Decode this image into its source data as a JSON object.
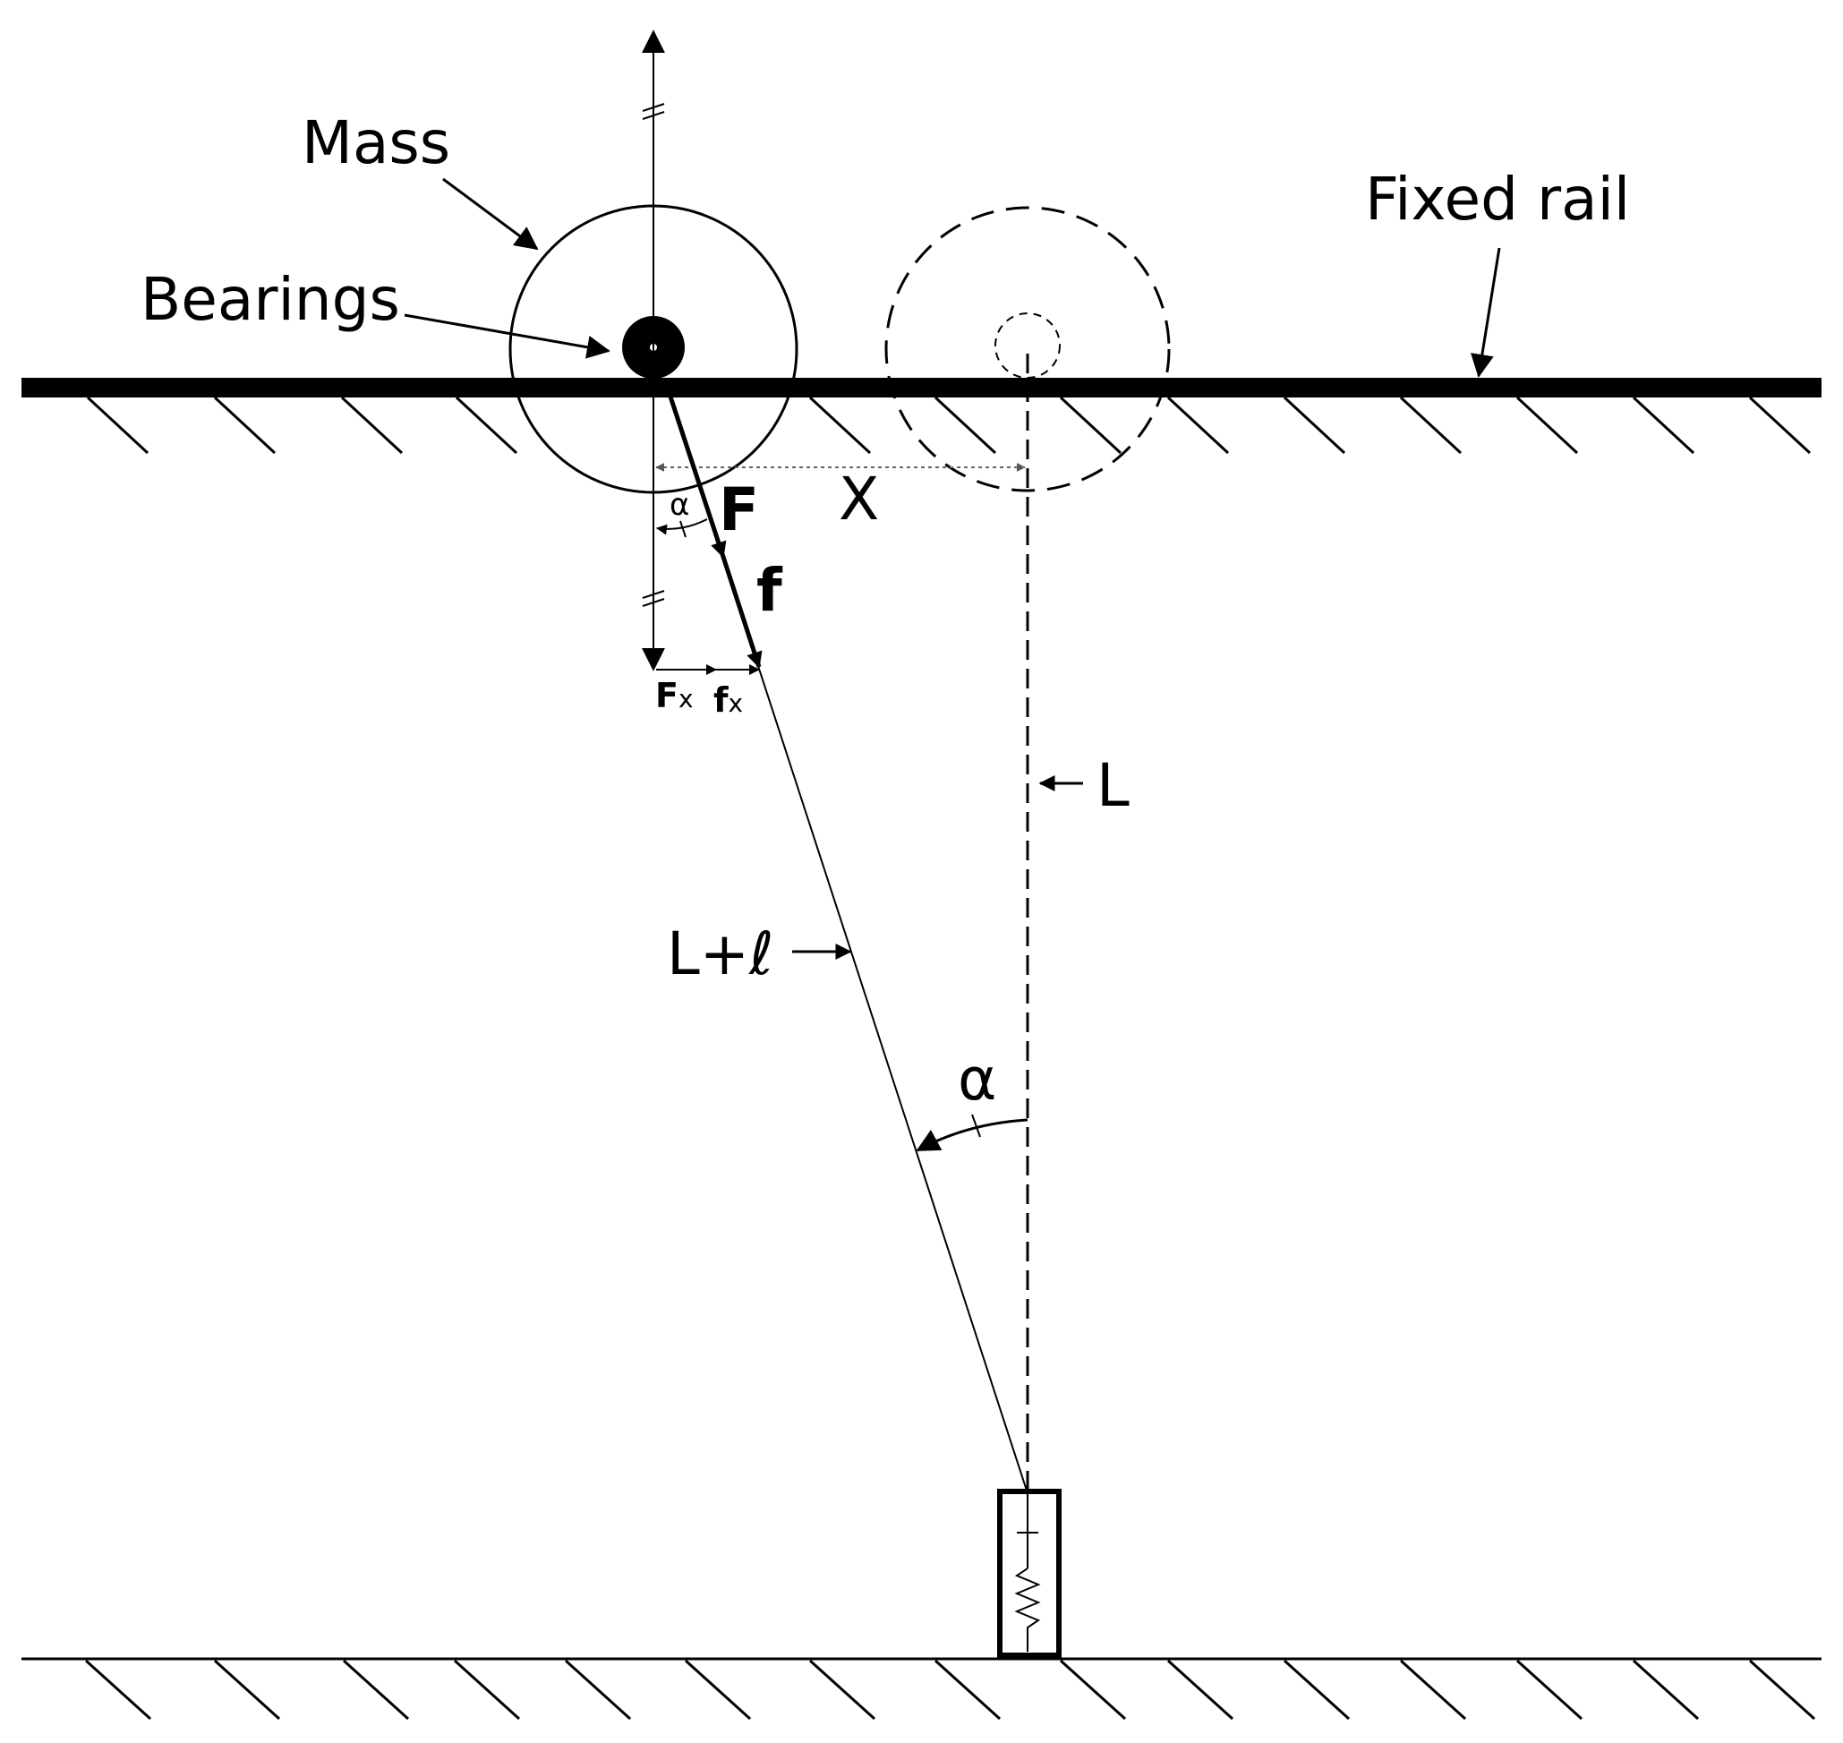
{
  "labels": {
    "mass": "Mass",
    "bearings": "Bearings",
    "fixed_rail": "Fixed rail",
    "force_F": "F",
    "force_f": "f",
    "displacement_X": "X",
    "alpha_small": "α",
    "alpha_large": "α",
    "Fx_main": "F",
    "Fx_sub": "x",
    "fx_main": "f",
    "fx_sub": "x",
    "length_L": "L",
    "length_L_plus": "L+ℓ"
  },
  "colors": {
    "ink": "#000000",
    "background": "#ffffff"
  }
}
